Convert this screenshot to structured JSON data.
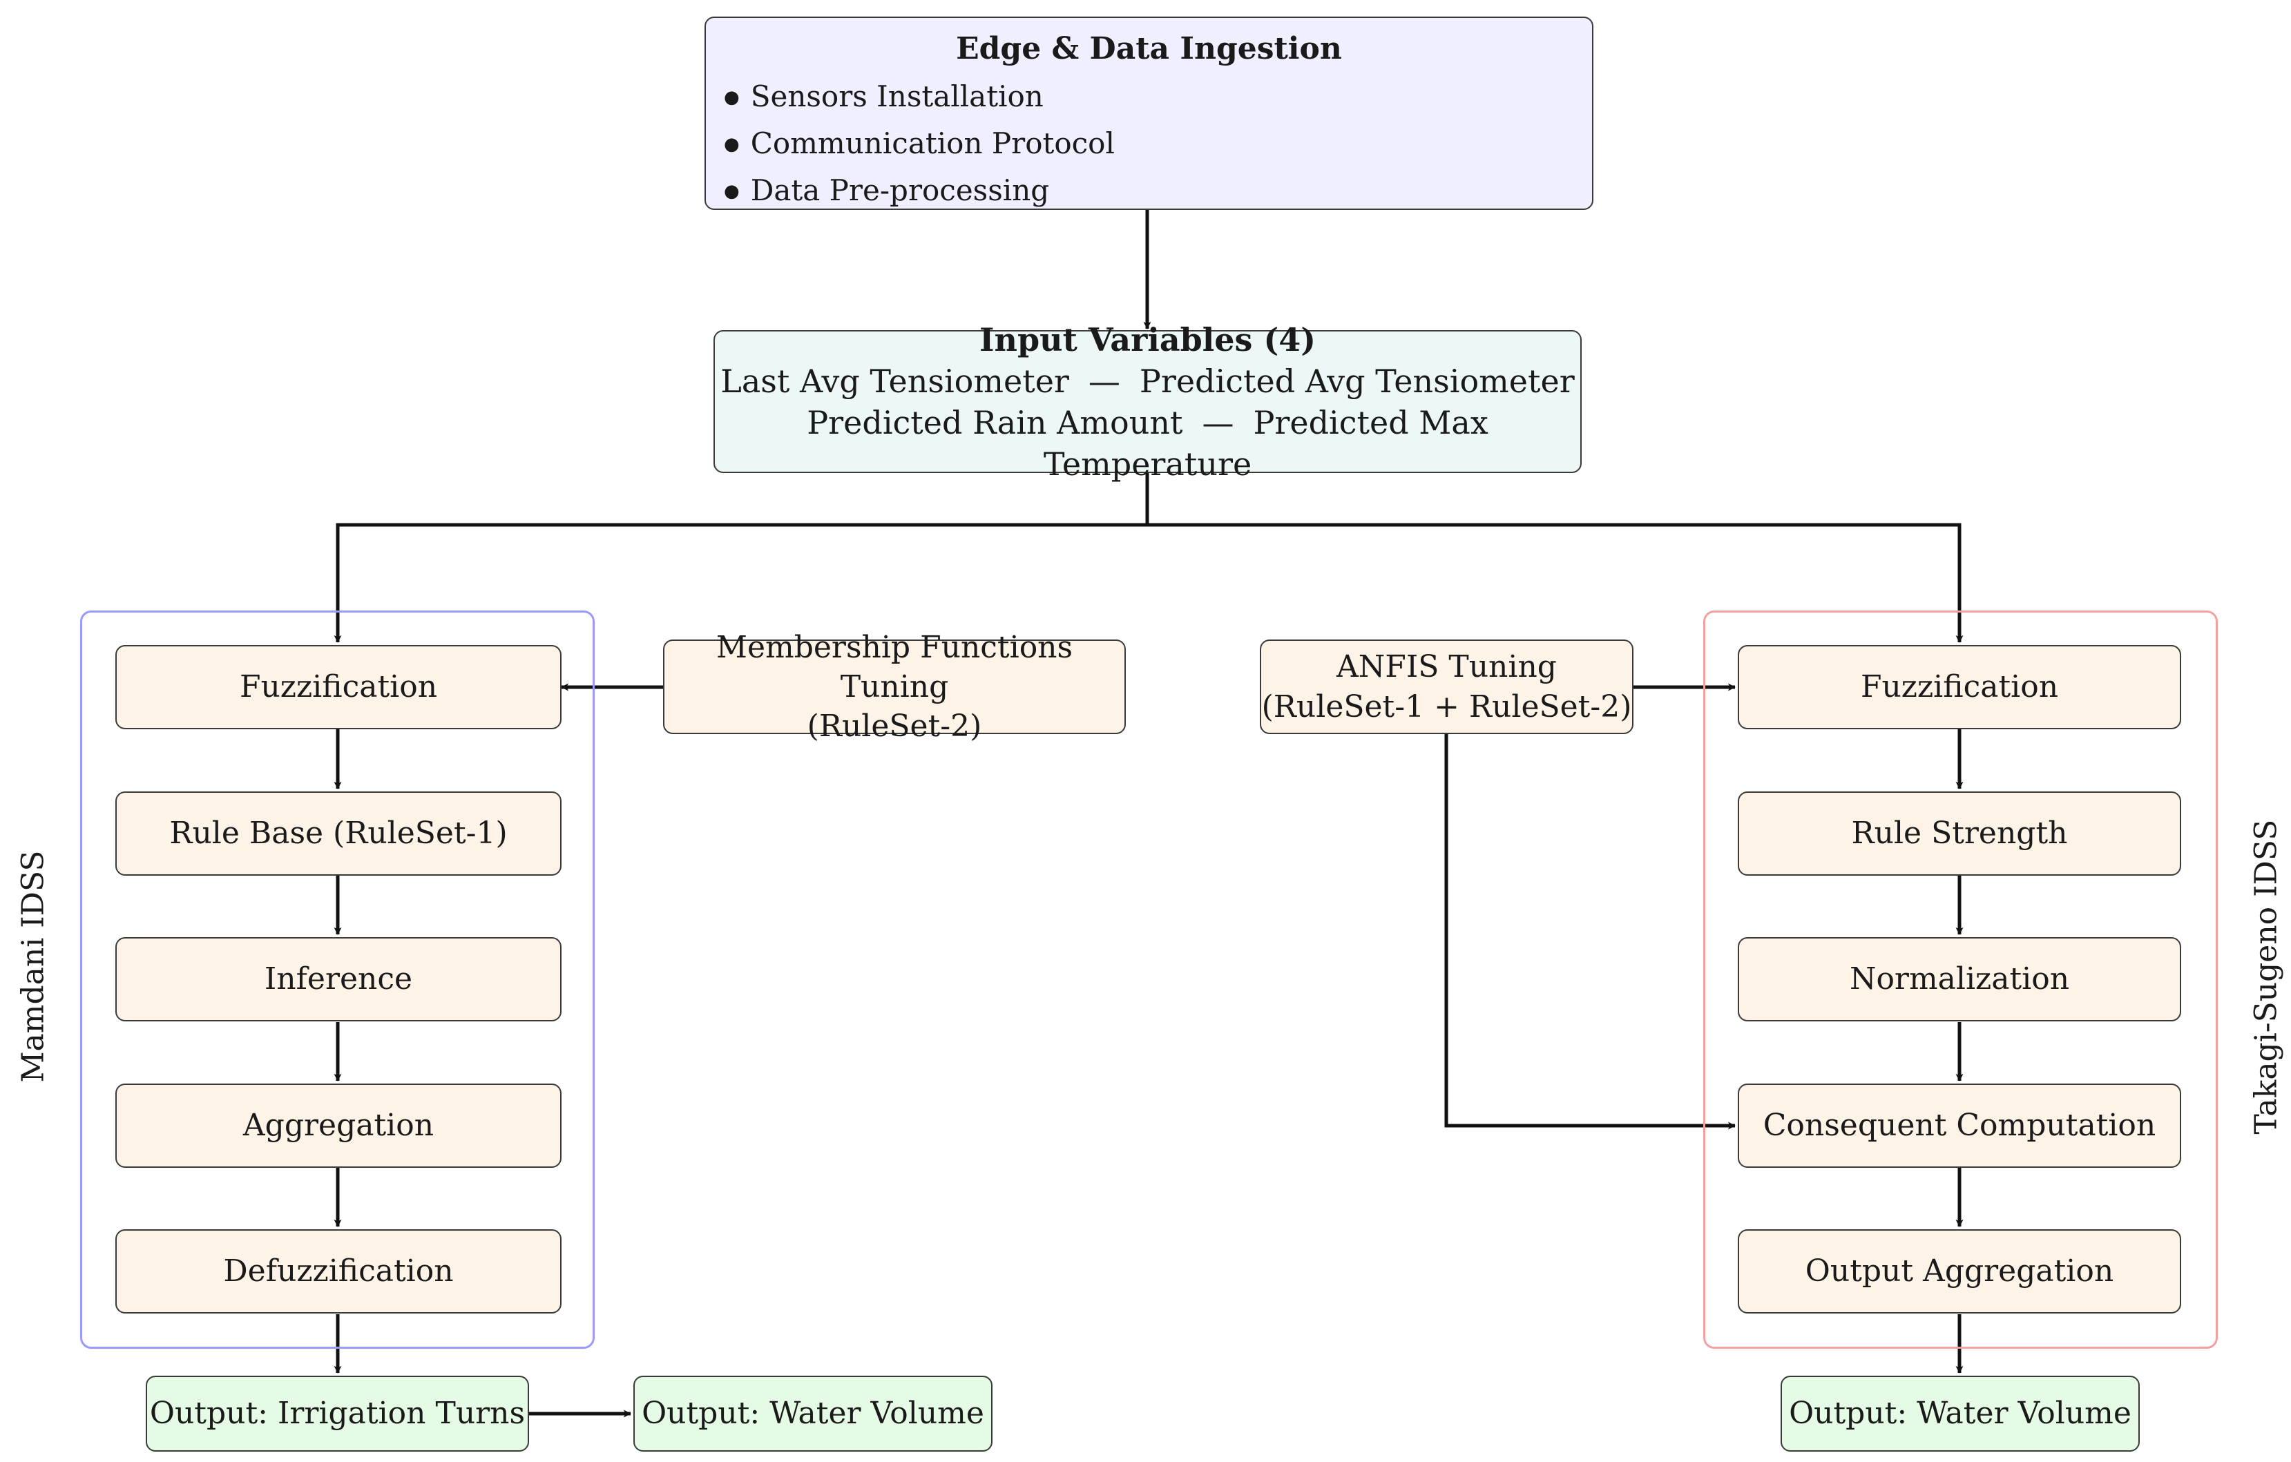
{
  "edge": {
    "title": "Edge & Data Ingestion",
    "items": [
      "Sensors Installation",
      "Communication Protocol",
      "Data Pre-processing"
    ]
  },
  "inputs": {
    "title": "Input Variables (4)",
    "row1": {
      "a": "Last Avg Tensiometer",
      "sep": "—",
      "b": "Predicted Avg Tensiometer"
    },
    "row2": {
      "a": "Predicted Rain Amount",
      "sep": "—",
      "b": "Predicted Max Temperature"
    }
  },
  "mamdani": {
    "label": "Mamdani IDSS",
    "frame_color": "#9999ff",
    "steps": [
      "Fuzzification",
      "Rule Base (RuleSet-1)",
      "Inference",
      "Aggregation",
      "Defuzzification"
    ],
    "tuning": {
      "line1": "Membership Functions Tuning",
      "line2": "(RuleSet-2)"
    },
    "outputs": [
      "Output: Irrigation Turns",
      "Output: Water Volume"
    ]
  },
  "sugeno": {
    "label": "Takagi-Sugeno IDSS",
    "frame_color": "#f4a0a0",
    "steps": [
      "Fuzzification",
      "Rule Strength",
      "Normalization",
      "Consequent Computation",
      "Output Aggregation"
    ],
    "tuning": {
      "line1": "ANFIS Tuning",
      "line2": "(RuleSet-1 + RuleSet-2)"
    },
    "output": "Output: Water Volume"
  },
  "colors": {
    "process_fill": "#fdf3e7",
    "output_fill": "#e5fbe5",
    "edge_fill": "#efefff",
    "inputs_fill": "#edf7f7"
  }
}
